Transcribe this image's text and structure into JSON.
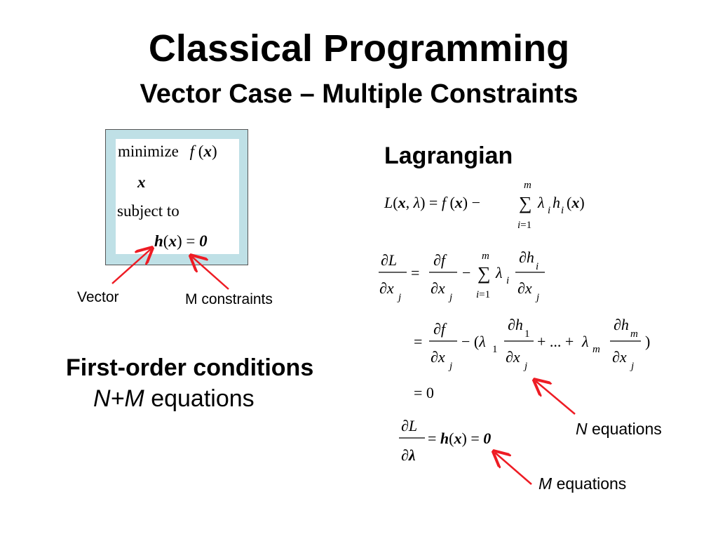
{
  "title": "Classical Programming",
  "subtitle": "Vector Case – Multiple Constraints",
  "problem": {
    "minimize_word": "minimize",
    "objective": "f(x)",
    "variable": "x",
    "subject_to": "subject to",
    "constraint": "h(x) = 0"
  },
  "labels": {
    "vector": "Vector",
    "m_constraints": "M constraints"
  },
  "lagrangian": {
    "heading": "Lagrangian",
    "definition": "L(x, λ) = f(x) − Σ_{i=1}^{m} λ_i h_i(x)",
    "partial_x": "∂L/∂x_j = ∂f/∂x_j − Σ_{i=1}^{m} λ_i ∂h_i/∂x_j",
    "partial_x_expanded": "= ∂f/∂x_j − (λ_1 ∂h_1/∂x_j + ... + λ_m ∂h_m/∂x_j)",
    "equals_zero": "= 0",
    "partial_lambda": "∂L/∂λ = h(x) = 0"
  },
  "first_order": {
    "heading": "First-order conditions",
    "count_vars": "N+M",
    "count_word": "equations"
  },
  "annotations": {
    "n_var": "N",
    "n_word": "equations",
    "m_var": "M",
    "m_word": "equations"
  },
  "colors": {
    "arrow": "#ee1c24",
    "box_fill": "#bfe0e6"
  }
}
